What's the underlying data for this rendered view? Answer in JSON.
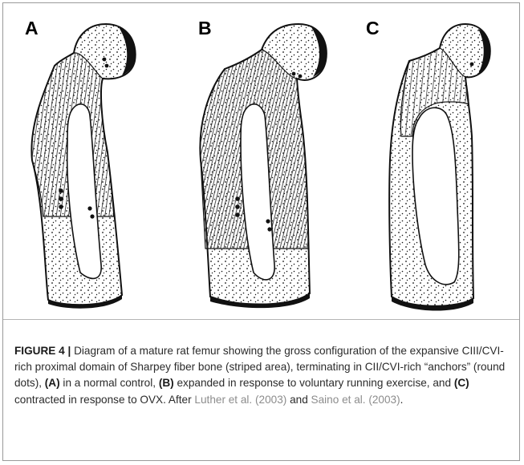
{
  "figure": {
    "panel_labels": [
      "A",
      "B",
      "C"
    ],
    "caption": {
      "figure_label": "FIGURE 4",
      "separator": " | ",
      "part1": "Diagram of a mature rat femur showing the gross configuration of the expansive CIII/CVI-rich proximal domain of Sharpey fiber bone (striped area), terminating in CII/CVI-rich “anchors” (round dots), ",
      "tag_a": "(A)",
      "part2": " in a normal control, ",
      "tag_b": "(B)",
      "part3": " expanded in response to voluntary running exercise, and ",
      "tag_c": "(C)",
      "part4": " contracted in response to OVX. After ",
      "cite1": "Luther et al. (2003)",
      "part5": " and ",
      "cite2": "Saino et al. (2003)",
      "part6": "."
    }
  },
  "colors": {
    "ink": "#111111",
    "cavity": "#ffffff",
    "citation": "#8c8c8c",
    "frame": "#9a9a9a"
  }
}
